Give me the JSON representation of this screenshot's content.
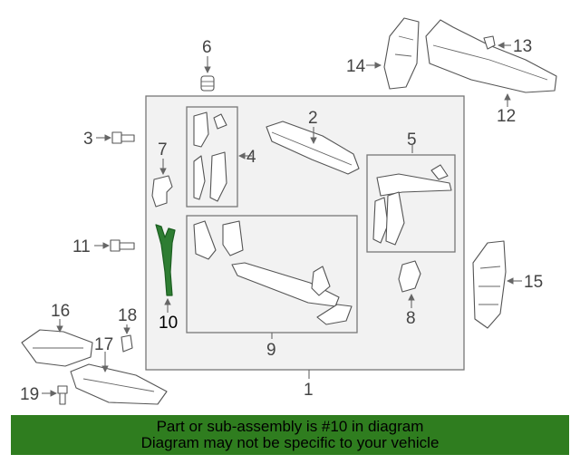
{
  "diagram": {
    "callouts": {
      "c1": "1",
      "c2": "2",
      "c3": "3",
      "c4": "4",
      "c5": "5",
      "c6": "6",
      "c7": "7",
      "c8": "8",
      "c9": "9",
      "c10": "10",
      "c11": "11",
      "c12": "12",
      "c13": "13",
      "c14": "14",
      "c15": "15",
      "c16": "16",
      "c17": "17",
      "c18": "18",
      "c19": "19"
    },
    "highlighted_part": "10",
    "highlight_color": "#2e7d32"
  },
  "footer": {
    "line1": "Part or sub-assembly is #10 in diagram",
    "line2": "Diagram may not be specific to your vehicle",
    "background_color": "#2f7d1f"
  }
}
